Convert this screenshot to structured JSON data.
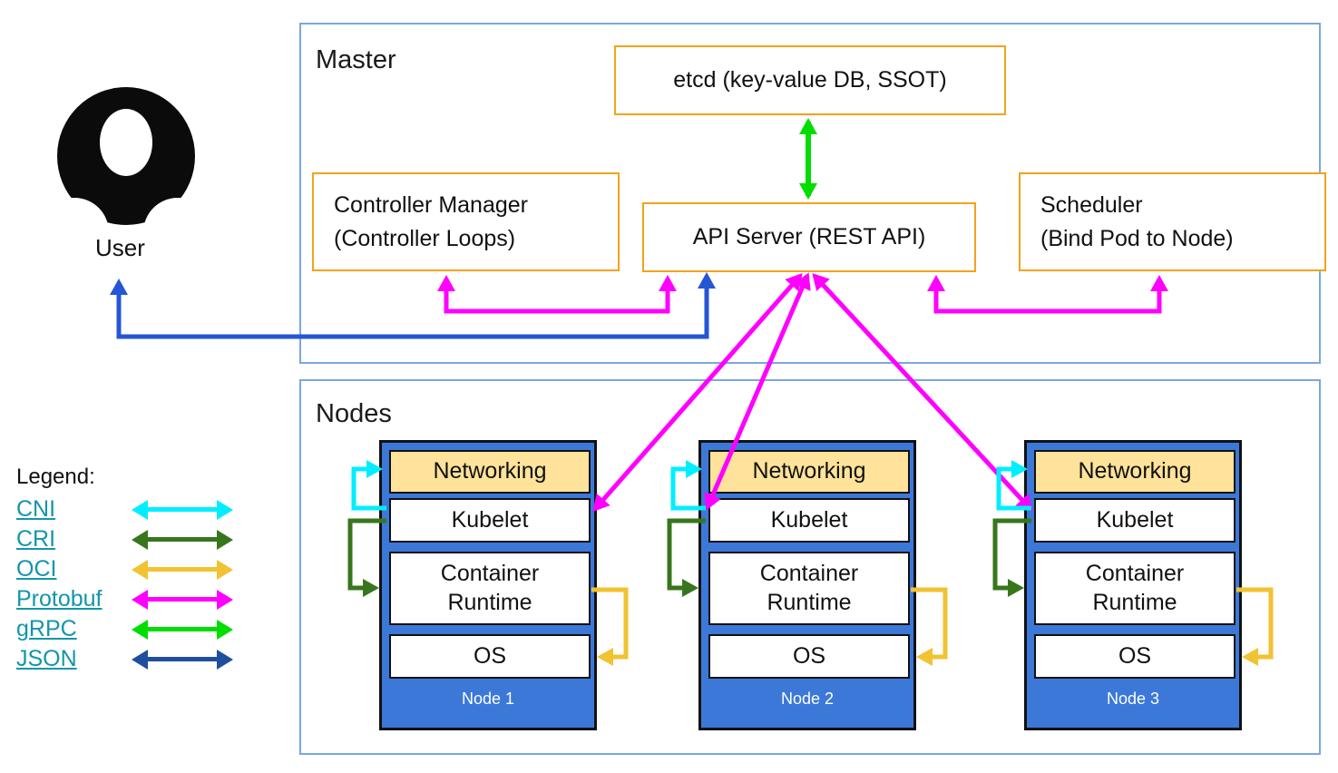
{
  "user": {
    "label": "User"
  },
  "master": {
    "label": "Master",
    "etcd_label": "etcd (key-value DB, SSOT)",
    "api_server_label": "API Server (REST API)",
    "controller_manager": {
      "line1": "Controller Manager",
      "line2": "(Controller Loops)"
    },
    "scheduler": {
      "line1": "Scheduler",
      "line2": "(Bind Pod to Node)"
    }
  },
  "nodes_section": {
    "label": "Nodes",
    "layers": {
      "networking": "Networking",
      "kubelet": "Kubelet",
      "container_runtime_line1": "Container",
      "container_runtime_line2": "Runtime",
      "os": "OS"
    },
    "items": [
      {
        "name": "Node 1"
      },
      {
        "name": "Node 2"
      },
      {
        "name": "Node 3"
      }
    ]
  },
  "legend": {
    "title": "Legend:",
    "entries": [
      {
        "label": "CNI",
        "color": "#00eeff"
      },
      {
        "label": "CRI",
        "color": "#38761d"
      },
      {
        "label": "OCI",
        "color": "#f1c232"
      },
      {
        "label": "Protobuf",
        "color": "#ff00ff"
      },
      {
        "label": "gRPC",
        "color": "#00dd00"
      },
      {
        "label": "JSON",
        "color": "#1f4e9e"
      }
    ]
  },
  "colors": {
    "section_border": "#7ba7dc",
    "component_border": "#f3a21c",
    "node_fill": "#3c78d8",
    "networking_fill": "#ffe39b",
    "user_api_arrow_blue": "#2456d6",
    "protobuf_magenta": "#ff00ff",
    "grpc_green": "#00dd00",
    "cni_cyan": "#00eeff",
    "cri_dark_green": "#38761d",
    "oci_gold": "#f1c232",
    "json_navy": "#1f4e9e",
    "legend_link": "#1396a8"
  }
}
